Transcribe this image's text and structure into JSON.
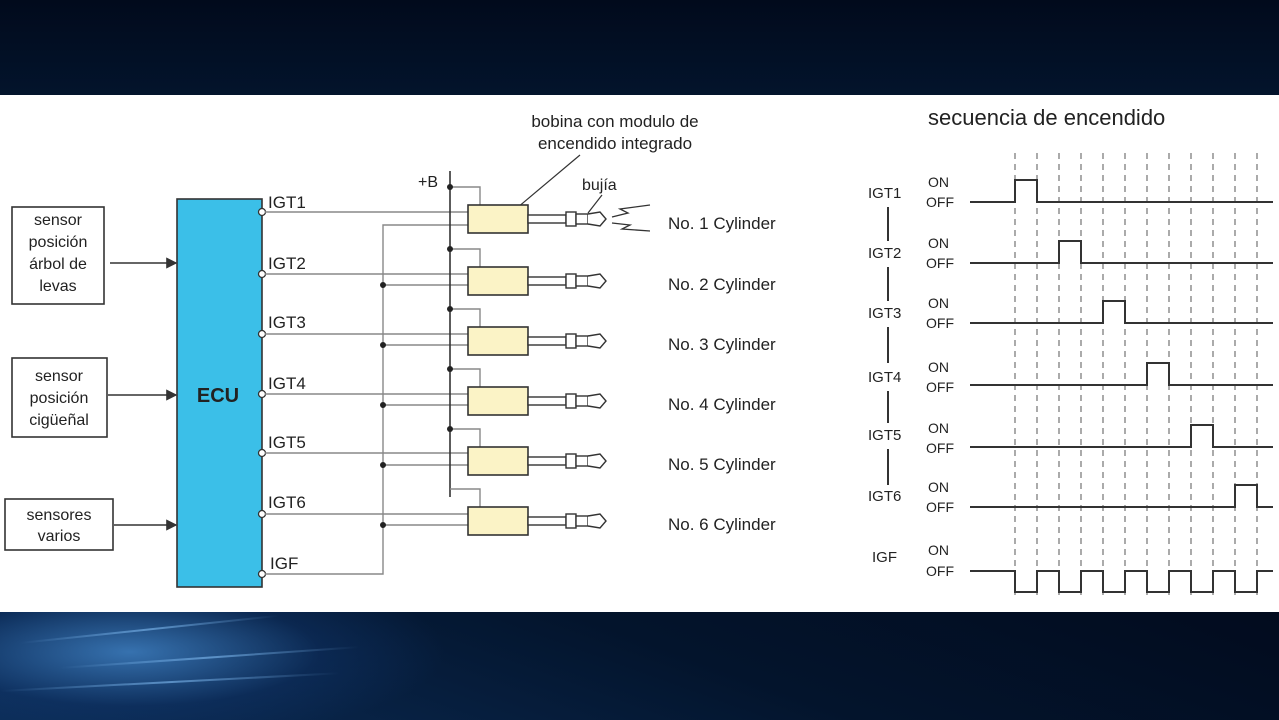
{
  "diagram": {
    "sensors": [
      {
        "lines": [
          "sensor",
          "posición",
          "árbol de",
          "levas"
        ]
      },
      {
        "lines": [
          "sensor",
          "posición",
          "cigüeñal"
        ]
      },
      {
        "lines": [
          "sensores",
          "varios"
        ]
      }
    ],
    "ecu_label": "ECU",
    "ecu_color": "#3bbfe8",
    "outputs": [
      "IGT1",
      "IGT2",
      "IGT3",
      "IGT4",
      "IGT5",
      "IGT6",
      "IGF"
    ],
    "power_label": "+B",
    "coil_callout": [
      "bobina con modulo de",
      "encendido integrado"
    ],
    "spark_plug_label": "bujía",
    "coil_color": "#fbf3c6",
    "cylinders": [
      "No. 1 Cylinder",
      "No. 2 Cylinder",
      "No. 3 Cylinder",
      "No. 4 Cylinder",
      "No. 5 Cylinder",
      "No. 6 Cylinder"
    ]
  },
  "sequence": {
    "title": "secuencia de encendido",
    "on_label": "ON",
    "off_label": "OFF",
    "signals": [
      "IGT1",
      "IGT2",
      "IGT3",
      "IGT4",
      "IGT5",
      "IGT6",
      "IGF"
    ]
  }
}
